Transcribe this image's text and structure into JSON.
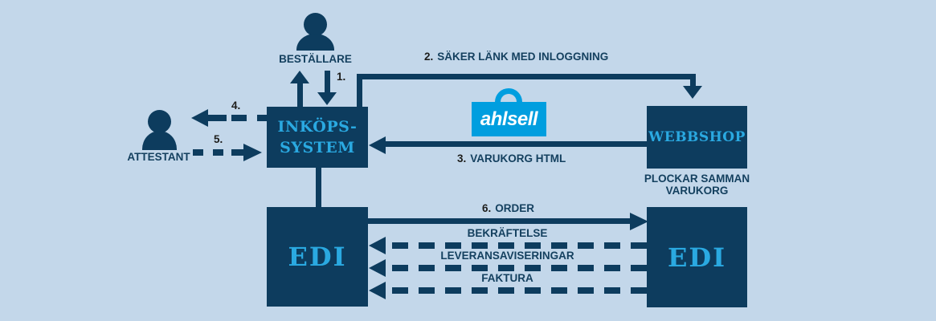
{
  "colors": {
    "background": "#c3d7ea",
    "box_navy": "#0d3c5e",
    "box_title_blue": "#2aa9e1",
    "label_navy": "#14405f",
    "number_black": "#1d1d1b",
    "ahlsell_blue": "#009edf",
    "logo_text_white": "#ffffff"
  },
  "actors": {
    "bestallare": {
      "label": "BESTÄLLARE"
    },
    "attestant": {
      "label": "ATTESTANT"
    }
  },
  "boxes": {
    "inkopssystem": {
      "line1": "INKÖPS-",
      "line2": "SYSTEM"
    },
    "webbshop": {
      "title": "WEBBSHOP",
      "subtitle1": "PLOCKAR SAMMAN",
      "subtitle2": "VARUKORG"
    },
    "edi_left": {
      "title": "EDI"
    },
    "edi_right": {
      "title": "EDI"
    }
  },
  "logo": {
    "text": "ahlsell"
  },
  "flows": {
    "step1": {
      "number": "1."
    },
    "step2": {
      "number": "2.",
      "label": "SÄKER LÄNK MED INLOGGNING"
    },
    "step3": {
      "number": "3.",
      "label": "VARUKORG HTML"
    },
    "step4": {
      "number": "4."
    },
    "step5": {
      "number": "5."
    },
    "step6": {
      "number": "6.",
      "label": "ORDER"
    },
    "bekraftelse": {
      "label": "BEKRÄFTELSE"
    },
    "leveransaviseringar": {
      "label": "LEVERANSAVISERINGAR"
    },
    "faktura": {
      "label": "FAKTURA"
    }
  }
}
